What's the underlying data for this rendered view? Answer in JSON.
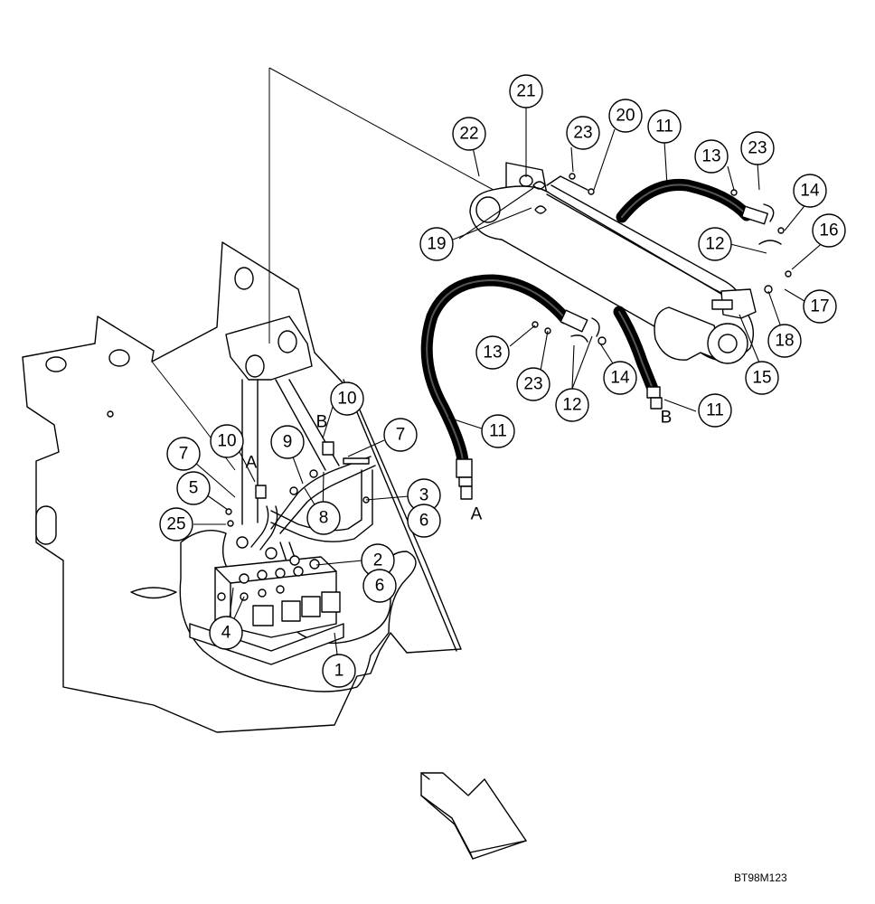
{
  "figure_code": "BT98M123",
  "callouts": {
    "c21": "21",
    "c22": "22",
    "c23a": "23",
    "c20": "20",
    "c11a": "11",
    "c13a": "13",
    "c23b": "23",
    "c14a": "14",
    "c19": "19",
    "c12a": "12",
    "c16": "16",
    "c17": "17",
    "c18": "18",
    "c15": "15",
    "c13b": "13",
    "c23c": "23",
    "c14b": "14",
    "c12b": "12",
    "c11b": "11",
    "c11c": "11",
    "c10a": "10",
    "c10b": "10",
    "c9": "9",
    "c7a": "7",
    "c7b": "7",
    "c5": "5",
    "c25": "25",
    "c8": "8",
    "c3": "3",
    "c6a": "6",
    "c2": "2",
    "c6b": "6",
    "c4": "4",
    "c1": "1"
  },
  "connection_letters": {
    "a_valve": "A",
    "b_valve": "B",
    "b_hose": "B",
    "a_hose": "A"
  },
  "icons": {
    "direction": "direction-arrow-icon"
  }
}
